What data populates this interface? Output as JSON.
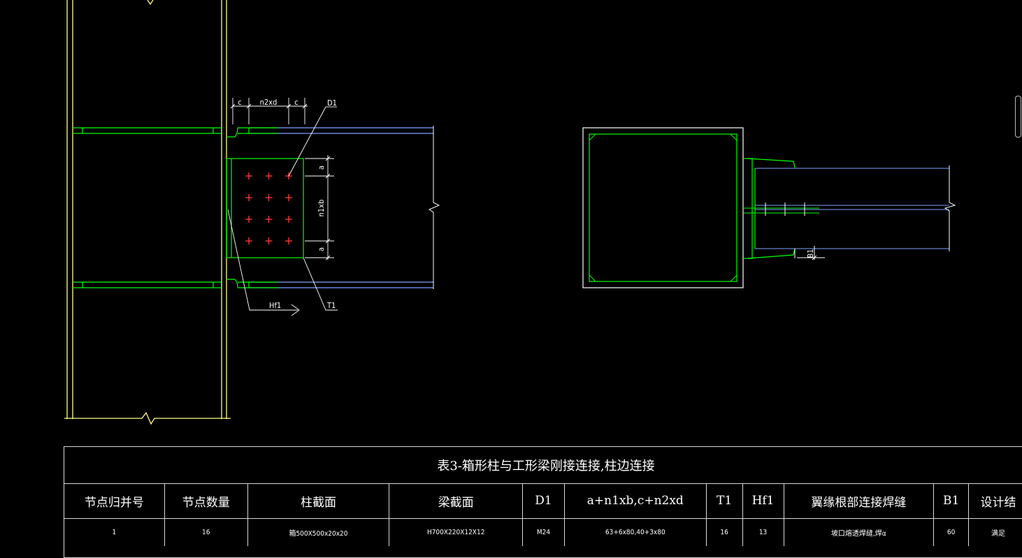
{
  "colors": {
    "background": "#000000",
    "column_line": "#ffff7f",
    "steel_green": "#00ff00",
    "beam_line": "#7f9fff",
    "bolt": "#ff3b3b",
    "text": "#ffffff"
  },
  "drawing": {
    "labels": {
      "c_left": "c",
      "n2xd": "n2xd",
      "c_right": "c",
      "d1": "D1",
      "a_top": "a",
      "n1xb": "n1xb",
      "a_bottom": "a",
      "hf1": "Hf1",
      "t1": "T1",
      "b1": "B1"
    },
    "bolt_grid": {
      "rows": 4,
      "cols": 3
    }
  },
  "table": {
    "title": "表3-箱形柱与工形梁刚接连接,柱边连接",
    "headers": [
      "节点归并号",
      "节点数量",
      "柱截面",
      "梁截面",
      "D1",
      "a+n1xb,c+n2xd",
      "T1",
      "Hf1",
      "翼缘根部连接焊缝",
      "B1",
      "设计结"
    ],
    "row": [
      "1",
      "16",
      "箱500X500x20x20",
      "H700X220X12X12",
      "M24",
      "63+6x80,40+3x80",
      "16",
      "13",
      "坡口熔透焊缝,焊α",
      "60",
      "满足"
    ]
  }
}
